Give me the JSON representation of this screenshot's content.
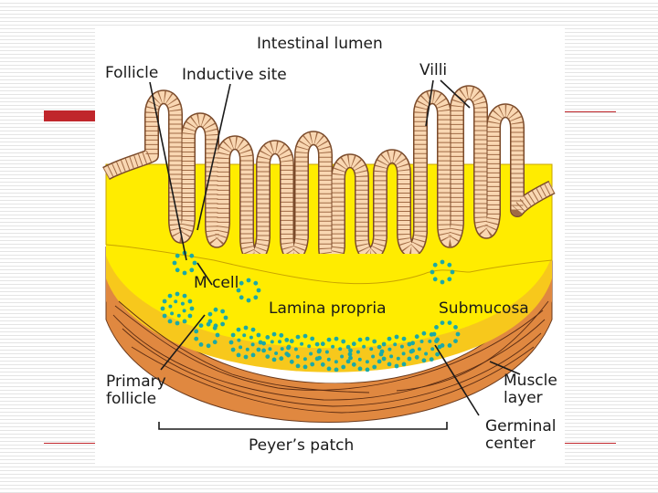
{
  "labels": {
    "intestinal_lumen": "Intestinal lumen",
    "follicle": "Follicle",
    "inductive_site": "Inductive site",
    "villi": "Villi",
    "m_cell": "M cell",
    "lamina_propria": "Lamina propria",
    "submucosa": "Submucosa",
    "primary_follicle": "Primary\nfollicle",
    "muscle_layer": "Muscle\nlayer",
    "germinal_center": "Germinal\ncenter",
    "peyers_patch": "Peyer’s patch"
  },
  "colors": {
    "lamina": "#ffec00",
    "submucosa": "#f7c81c",
    "muscle": "#e08840",
    "epithelium": "#f9d7b2",
    "follicle_dots": "#1ca9a6",
    "slide_accent": "#c0262b"
  }
}
